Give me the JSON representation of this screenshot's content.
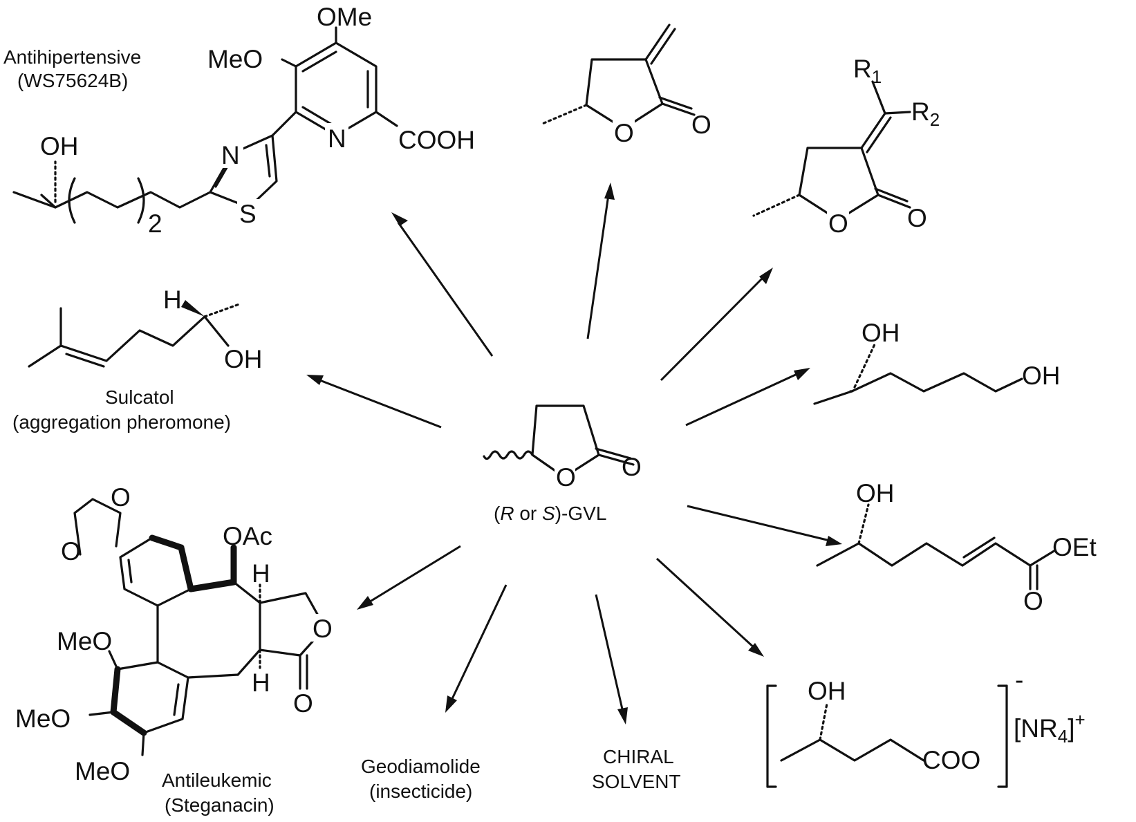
{
  "center": {
    "label_open": "(",
    "label_R": "R",
    "label_or": " or ",
    "label_S": "S",
    "label_close": ")-GVL"
  },
  "antihypertensive": {
    "line1": "Antihipertensive",
    "line2": "(WS75624B)"
  },
  "sulcatol": {
    "name": "Sulcatol",
    "desc": "(aggregation pheromone)"
  },
  "antileukemic": {
    "line1": "Antileukemic",
    "line2": "(Steganacin)"
  },
  "geodiamolide": {
    "line1": "Geodiamolide",
    "line2": "(insecticide)"
  },
  "chiral_solvent": {
    "line1": "CHIRAL",
    "line2": "SOLVENT"
  },
  "atoms": {
    "OMe": "OMe",
    "MeO": "MeO",
    "N": "N",
    "S": "S",
    "COOH": "COOH",
    "OH": "OH",
    "O": "O",
    "H": "H",
    "OAc": "OAc",
    "OEt": "OEt",
    "COO": "COO",
    "R": "R",
    "sub1": "1",
    "sub2": "2",
    "n2": "2",
    "NR": "[NR",
    "NR_sub": "4",
    "NR_close": "]",
    "plus": "+",
    "minus": "-"
  }
}
